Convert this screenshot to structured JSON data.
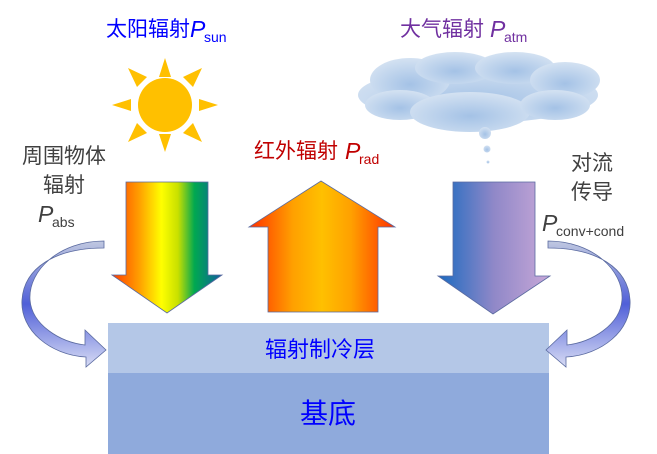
{
  "labels": {
    "solar": {
      "text": "太阳辐射",
      "symbol": "P",
      "subscript": "sun"
    },
    "atmosphere": {
      "text": "大气辐射",
      "symbol": "P",
      "subscript": "atm"
    },
    "infrared": {
      "text": "红外辐射",
      "symbol": "P",
      "subscript": "rad"
    },
    "surroundings": {
      "line1": "周围物体",
      "line2": "辐射",
      "symbol": "P",
      "subscript": "abs"
    },
    "convection": {
      "line1": "对流",
      "line2": "传导",
      "symbol": "P",
      "subscript": "conv+cond"
    }
  },
  "layers": {
    "cooling_layer": "辐射制冷层",
    "substrate": "基底"
  },
  "colors": {
    "solar": "#0000ff",
    "atmosphere": "#7030a0",
    "infrared": "#c00000",
    "side": "#404040",
    "cooling_layer": "#b4c7e7",
    "substrate": "#8faadc",
    "sun": "#ffc000"
  }
}
